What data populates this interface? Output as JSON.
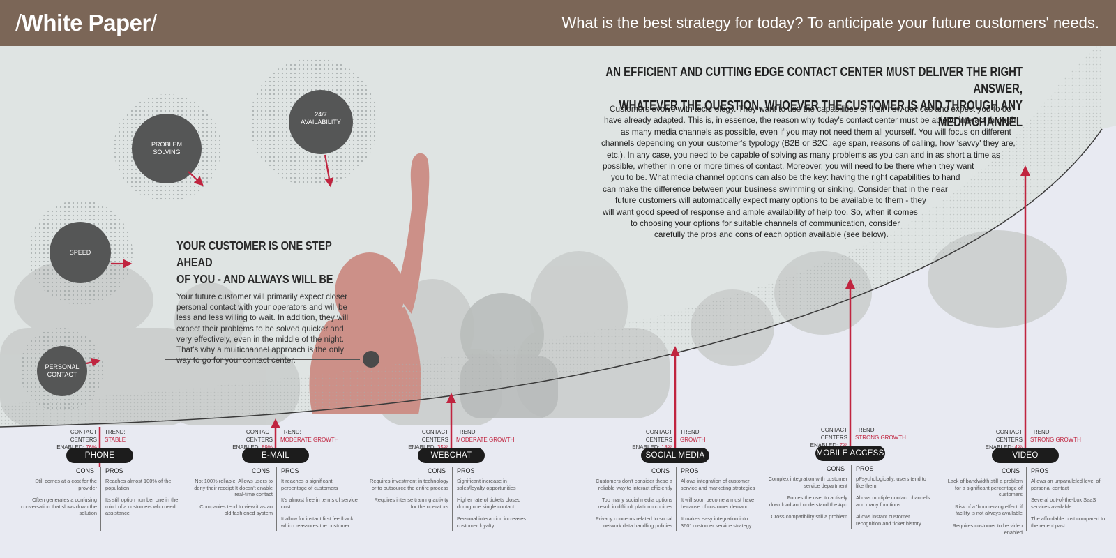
{
  "header": {
    "brand_prefix": "/",
    "brand": "White Paper",
    "brand_suffix": "/",
    "tagline": "What is the best strategy for today? To anticipate your future customers' needs."
  },
  "bubbles": {
    "availability": "24/7 AVAILABILITY",
    "problem": "PROBLEM SOLVING",
    "speed": "SPEED",
    "contact": "PERSONAL CONTACT"
  },
  "callout": {
    "title_line1": "YOUR CUSTOMER IS ONE STEP AHEAD",
    "title_line2": "OF YOU - AND ALWAYS WILL BE",
    "body": "Your future customer will primarily expect closer personal contact with your operators and will be less and less willing to wait. In addition, they will expect their problems to be solved quicker and very effectively, even in the middle of the night. That's why a multichannel approach is the only way to go for your contact center."
  },
  "main": {
    "heading_line1": "AN EFFICIENT AND CUTTING EDGE CONTACT CENTER MUST DELIVER THE RIGHT ANSWER,",
    "heading_line2": "WHATEVER THE QUESTION, WHOEVER THE CUSTOMER IS AND THROUGH ANY MEDIACHANNEL",
    "body_lines": [
      "Customers evolve with technology. They want to use the capabilities of their new devices and expect you to do",
      "have already adapted. This is, in essence, the reason why today's contact center must be able to interact through",
      "as many media channels as possible, even if you may not need them all yourself. You will focus on different",
      "channels depending on your customer's typology (B2B or B2C, age span, reasons of calling, how 'savvy' they are,",
      "etc.). In any case, you need to be capable of solving as many problems as you can and in as short a time as",
      "possible, whether in one or more times of contact. Moreover, you will need to be there when they want",
      "you to be. What media channel options can also be the key: having the right capabilities to hand",
      "can make the difference between your business swimming or sinking. Consider that in the near",
      "future customers will automatically expect many options to be available to them - they",
      "will want good speed of response and ample availability of help too. So, when it comes",
      "to choosing your options for suitable channels of communication, consider",
      "carefully the pros and cons of each option available (see below)."
    ]
  },
  "labels": {
    "enabled_line1": "CONTACT CENTERS",
    "enabled_line2": "ENABLED:",
    "trend": "TREND:",
    "cons": "CONS",
    "pros": "PROS"
  },
  "channels": [
    {
      "name": "PHONE",
      "percent": "76%",
      "enabled": 0.76,
      "trend": "STABLE",
      "cons": [
        "Still comes at a cost for the provider",
        "Often generates a confusing conversation that slows down the solution"
      ],
      "pros": [
        "Reaches almost 100% of the population",
        "Its still option number one in the mind of a customers who need assistance"
      ]
    },
    {
      "name": "E-MAIL",
      "percent": "89%",
      "enabled": 0.89,
      "trend": "MODERATE GROWTH",
      "cons": [
        "Not 100% reliable. Allows users to deny their receipt It doesn't enable real-time contact",
        "Companies tend to view it as an old fashioned system"
      ],
      "pros": [
        "It reaches a significant percentage of customers",
        "It's almost free in terms of service cost",
        "It allow for instant first feedback which reassures the customer"
      ]
    },
    {
      "name": "WEBCHAT",
      "percent": "35%",
      "enabled": 0.35,
      "trend": "MODERATE GROWTH",
      "cons": [
        "Requires investment in technology or to outsource the entire process",
        "Requires intense training activity for the operators"
      ],
      "pros": [
        "Significant increase in sales/loyalty opportunities",
        "Higher rate of tickets closed during one single contact",
        "Personal interaction increases customer loyalty"
      ]
    },
    {
      "name": "SOCIAL MEDIA",
      "percent": "18%",
      "enabled": 0.18,
      "trend": "GROWTH",
      "cons": [
        "Customers don't consider these a reliable way to interact efficiently",
        "Too many social media options result in difficult platform choices",
        "Privacy concerns related to social network data handling policies"
      ],
      "pros": [
        "Allows integration of customer service and marketing strategies",
        "It will soon become a must have because of customer demand",
        "It makes easy integration into 360° customer service strategy"
      ]
    },
    {
      "name": "MOBILE ACCESS",
      "percent": "7%",
      "enabled": 0.07,
      "trend": "STRONG GROWTH",
      "cons": [
        "Complex integration with customer service department",
        "Forces the user to actively download and understand the App",
        "Cross compatibility still a problem"
      ],
      "pros": [
        "pPsychologically, users tend to like them",
        "Allows multiple contact channels and many functions",
        "Allows instant customer recognition and ticket history"
      ]
    },
    {
      "name": "VIDEO",
      "percent": "4%",
      "enabled": 0.04,
      "trend": "STRONG GROWTH",
      "cons": [
        "Lack of bandwidth still a problem for a significant percentage of customers",
        "Risk of a 'boomerang effect' if facility is not always available",
        "Requires customer to be video enabled"
      ],
      "pros": [
        "Allows an unparalleled level of personal contact",
        "Several out-of-the-box SaaS services available",
        "The affordable cost compared to the recent past"
      ]
    }
  ],
  "colors": {
    "header": "#7b6657",
    "accent": "#c0243f",
    "bubble": "#555656",
    "figure": "#cc9088"
  }
}
